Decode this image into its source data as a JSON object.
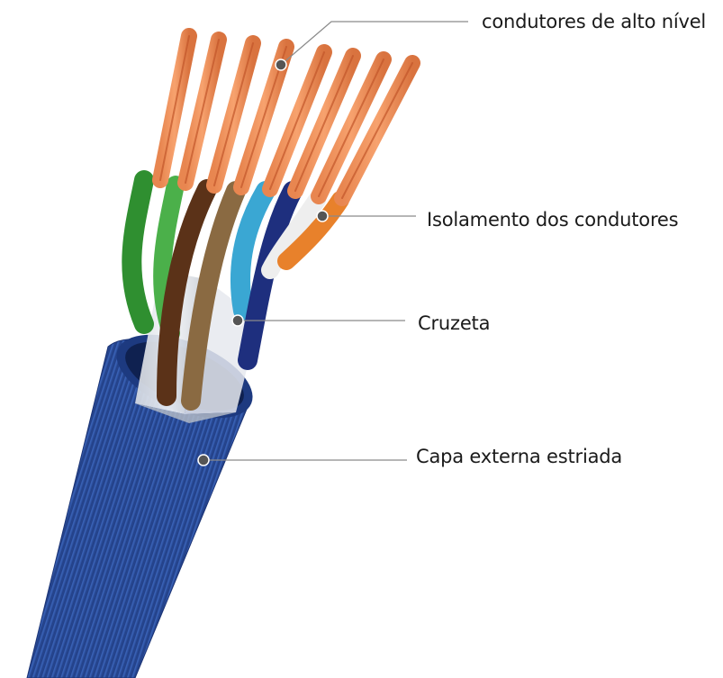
{
  "labels": {
    "conductors": "condutores de alto nível",
    "insulation": "Isolamento dos condutores",
    "spline": "Cruzeta",
    "jacket": "Capa externa estriada"
  },
  "colors": {
    "copper": "#f0945a",
    "copper_stripe": "#c2552a",
    "jacket": "#2f55a8",
    "jacket_dark": "#1d3a80",
    "leader_line": "#8a8a8a",
    "leader_dot": "#555555",
    "wire_green": "#3a9a3a",
    "wire_brown": "#6b3f1f",
    "wire_blue": "#2e9bc8",
    "wire_navy": "#1f2f7a",
    "wire_white": "#f2f2f2",
    "wire_orange": "#e07a25"
  }
}
